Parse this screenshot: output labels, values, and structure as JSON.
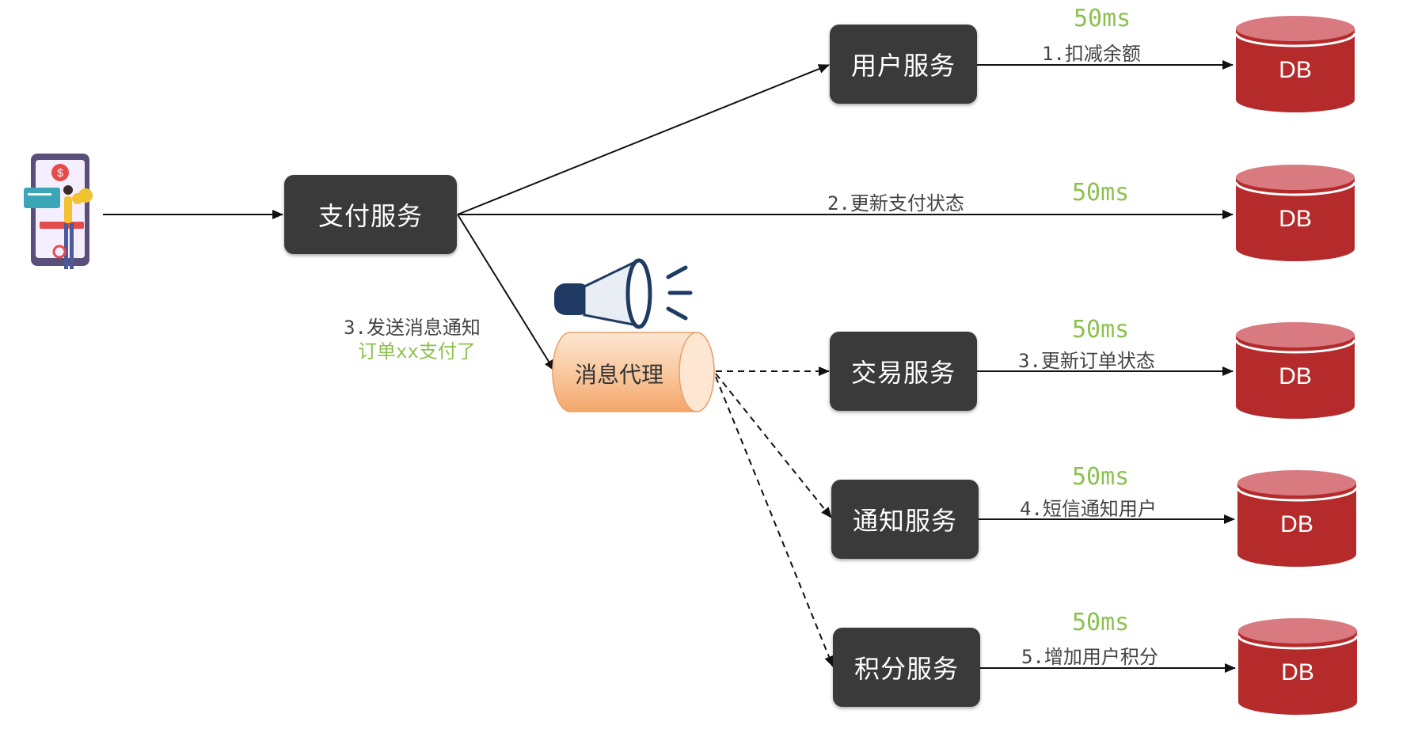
{
  "nodes": {
    "payment_service": "支付服务",
    "user_service": "用户服务",
    "trade_service": "交易服务",
    "notify_service": "通知服务",
    "points_service": "积分服务",
    "message_broker": "消息代理",
    "db_label": "DB"
  },
  "edges": {
    "e1": "1.扣减余额",
    "e2": "2.更新支付状态",
    "e3_line1": "3.发送消息通知",
    "e3_line2": "订单xx支付了",
    "t3": "3.更新订单状态",
    "t4": "4.短信通知用户",
    "t5": "5.增加用户积分"
  },
  "latency": "50ms",
  "colors": {
    "service_box": "#3a3a3a",
    "db_red": "#b52a2a",
    "db_top": "#d97a80",
    "latency_green": "#8dc14f",
    "broker_fill": "#f9c9a0"
  },
  "icons": [
    "mobile-payment-icon",
    "megaphone-icon",
    "database-icon"
  ]
}
